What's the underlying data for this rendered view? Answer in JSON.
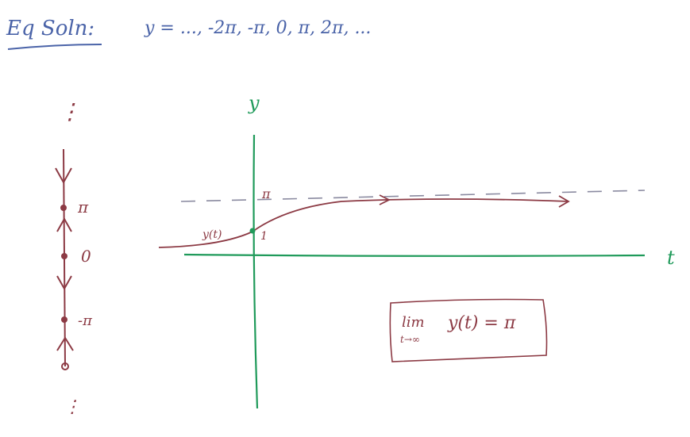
{
  "header": {
    "label": "Eq Soln:",
    "equation": "y = ..., -2π, -π, 0, π, 2π, ..."
  },
  "phase_line": {
    "top_dots": "⋮",
    "bottom_dots": "⋮",
    "points": [
      {
        "label": "π"
      },
      {
        "label": "0"
      },
      {
        "label": "-π"
      }
    ]
  },
  "graph": {
    "y_axis_label": "y",
    "t_axis_label": "t",
    "asymptote_label": "π",
    "curve_label": "y(t)",
    "initial_value_label": "1"
  },
  "limit_box": {
    "lim_word": "lim",
    "subscript": "t→∞",
    "expression": "y(t) = π"
  },
  "colors": {
    "pen_blue": "#4a63a8",
    "pen_red": "#8c3a44",
    "pen_green": "#1f9a5a",
    "dash_gray": "#8a8aa0"
  }
}
